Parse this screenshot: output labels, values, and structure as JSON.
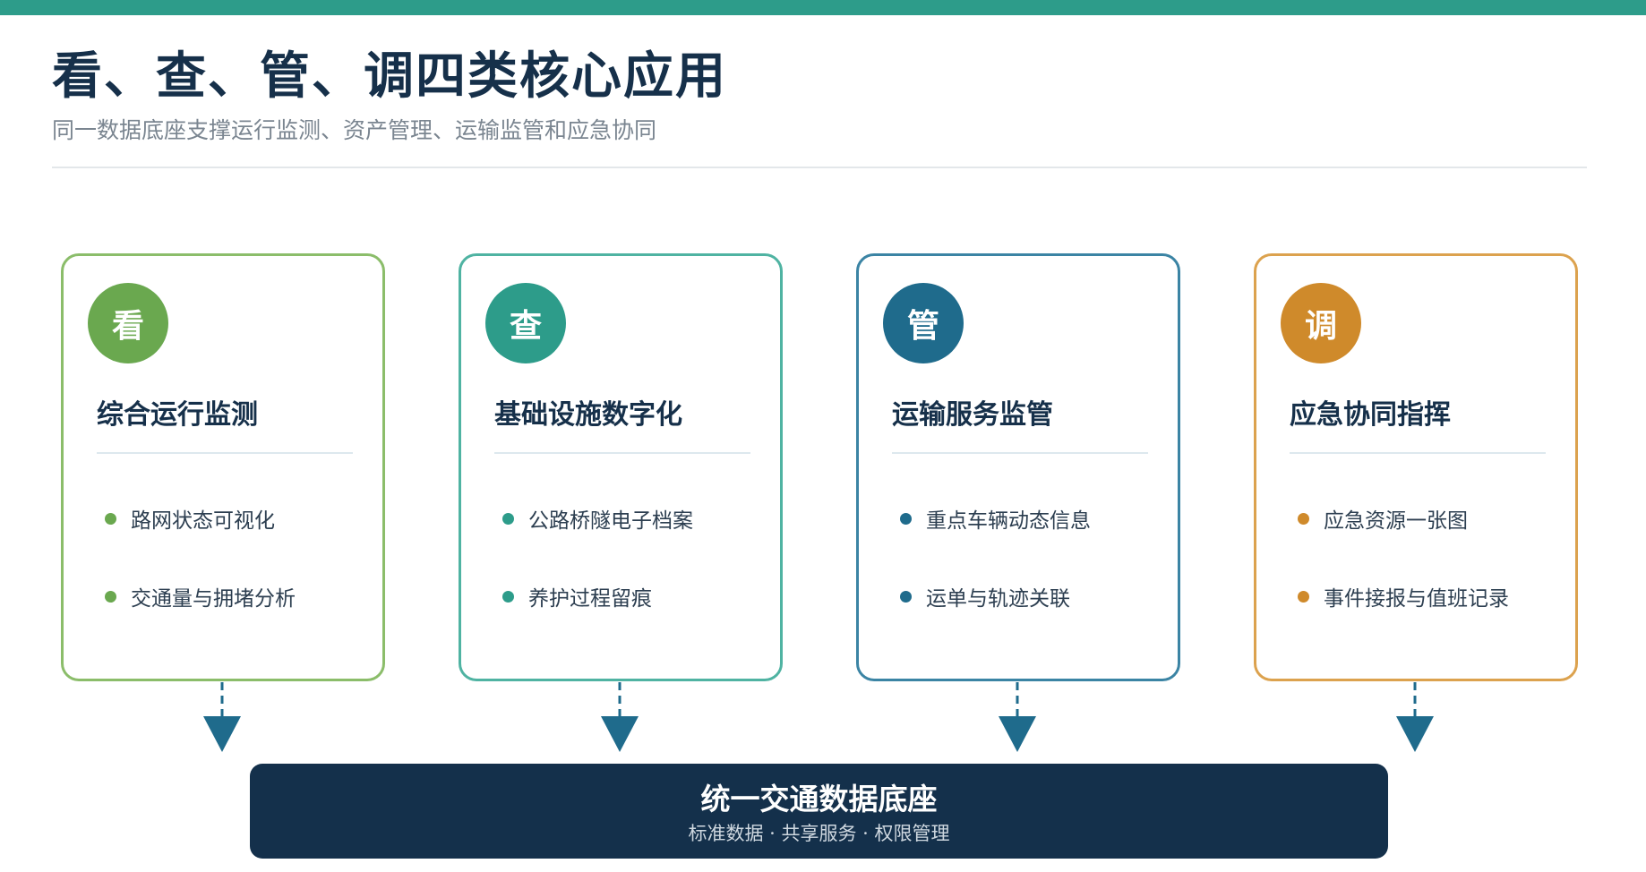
{
  "header": {
    "title": "看、查、管、调四类核心应用",
    "subtitle": "同一数据底座支撑运行监测、资产管理、运输监管和应急协同"
  },
  "colors": {
    "top_bar": "#2d9c8a",
    "title": "#16304a",
    "base": "#14304b",
    "arrow": "#1f6b8c"
  },
  "cards": [
    {
      "badge": "看",
      "title": "综合运行监测",
      "color": "#6aa84f",
      "border": "#8bbd6a",
      "bullets": [
        "路网状态可视化",
        "交通量与拥堵分析"
      ]
    },
    {
      "badge": "查",
      "title": "基础设施数字化",
      "color": "#2d9c8a",
      "border": "#4fb3a2",
      "bullets": [
        "公路桥隧电子档案",
        "养护过程留痕"
      ]
    },
    {
      "badge": "管",
      "title": "运输服务监管",
      "color": "#1f6b8c",
      "border": "#3b84a4",
      "bullets": [
        "重点车辆动态信息",
        "运单与轨迹关联"
      ]
    },
    {
      "badge": "调",
      "title": "应急协同指挥",
      "color": "#cf8a2b",
      "border": "#dca24e",
      "bullets": [
        "应急资源一张图",
        "事件接报与值班记录"
      ]
    }
  ],
  "base": {
    "title": "统一交通数据底座",
    "subtitle": "标准数据 · 共享服务 · 权限管理"
  }
}
